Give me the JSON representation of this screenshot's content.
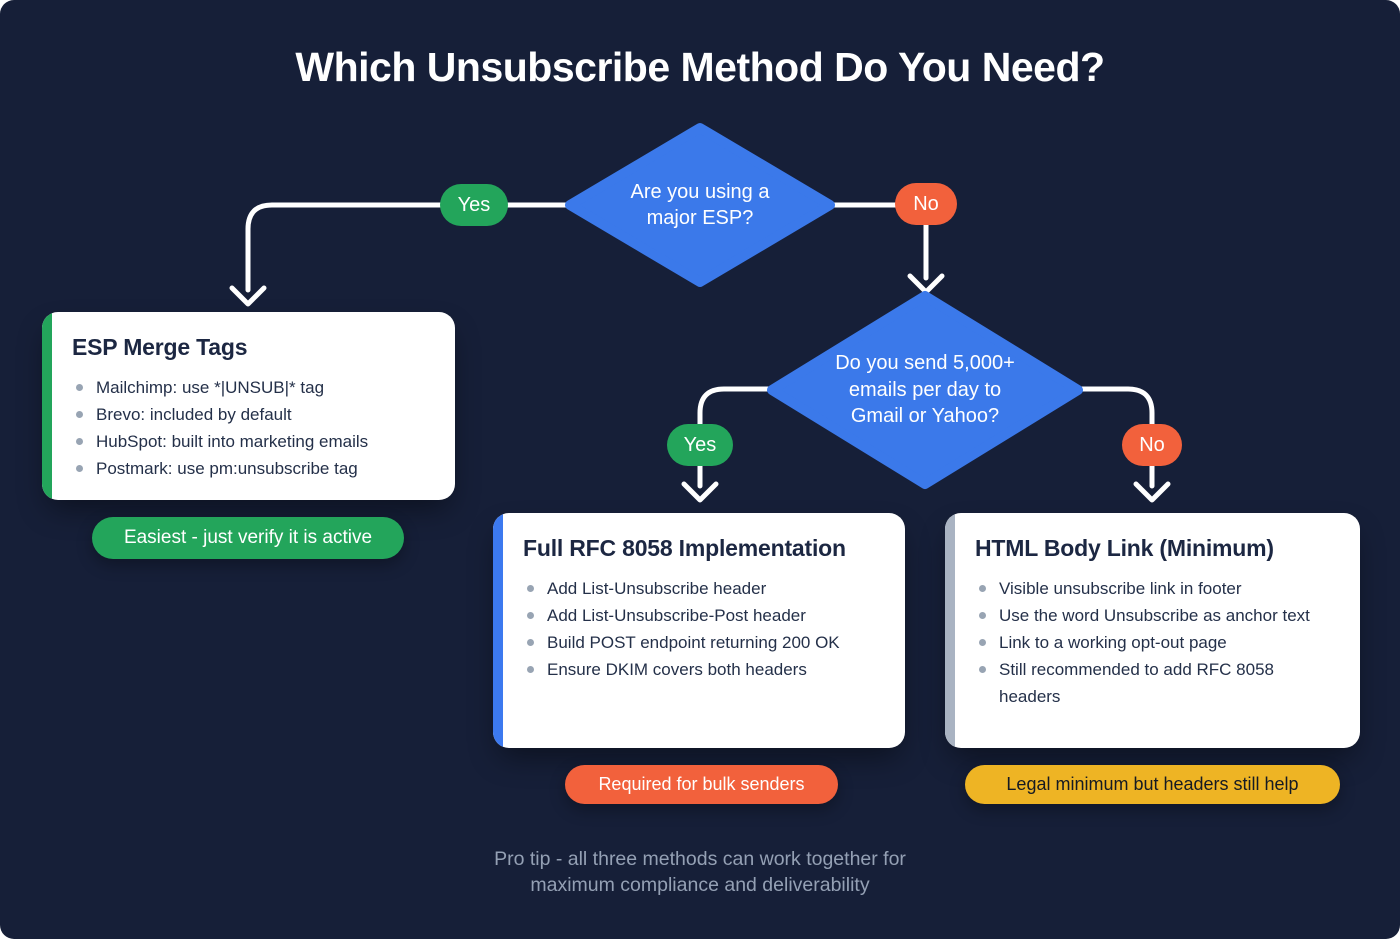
{
  "title": "Which Unsubscribe Method Do You Need?",
  "decision1": {
    "question": "Are you using a major ESP?",
    "line1": "Are you using a",
    "line2": "major ESP?",
    "yes_label": "Yes",
    "no_label": "No"
  },
  "decision2": {
    "question": "Do you send 5,000+ emails per day to Gmail or Yahoo?",
    "line1": "Do you send 5,000+",
    "line2": "emails per day to",
    "line3": "Gmail or Yahoo?",
    "yes_label": "Yes",
    "no_label": "No"
  },
  "cards": {
    "esp": {
      "title": "ESP Merge Tags",
      "bullets": [
        "Mailchimp: use *|UNSUB|* tag",
        "Brevo: included by default",
        "HubSpot: built into marketing emails",
        "Postmark: use pm:unsubscribe tag"
      ],
      "badge": "Easiest - just verify it is active"
    },
    "rfc": {
      "title": "Full RFC 8058 Implementation",
      "bullets": [
        "Add List-Unsubscribe header",
        "Add List-Unsubscribe-Post header",
        "Build POST endpoint returning 200 OK",
        "Ensure DKIM covers both headers"
      ],
      "badge": "Required for bulk senders"
    },
    "html": {
      "title": "HTML Body Link (Minimum)",
      "bullets": [
        "Visible unsubscribe link in footer",
        "Use the word Unsubscribe as anchor text",
        "Link to a working opt-out page",
        "Still recommended to add RFC 8058 headers"
      ],
      "badge": "Legal minimum but headers still help"
    }
  },
  "footer": {
    "line1": "Pro tip - all three methods can work together for",
    "line2": "maximum compliance and deliverability"
  },
  "colors": {
    "background": "#161f38",
    "diamond_blue": "#3b79ea",
    "yes_green": "#23a55b",
    "no_orange": "#f2613c",
    "warning_yellow": "#eeb424",
    "card_white": "#ffffff",
    "gray_accent": "#a9b3c2",
    "card_text_dark": "#1c2742",
    "muted_footer_text": "#94a0b4"
  }
}
